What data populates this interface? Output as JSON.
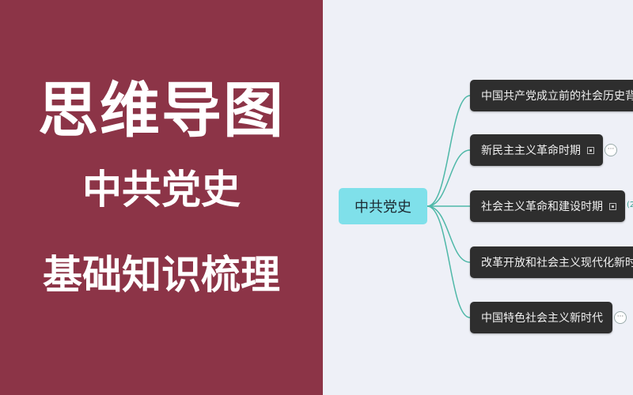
{
  "cover": {
    "title": "思维导图",
    "subtitle": "中共党史",
    "caption": "基础知识梳理",
    "background_color": "#8c3447"
  },
  "mindmap": {
    "root": "中共党史",
    "branches": [
      {
        "label": "中国共产党成立前的社会历史背",
        "has_note": false
      },
      {
        "label": "新民主主义革命时期",
        "has_note": true,
        "collapsed": true
      },
      {
        "label": "社会主义革命和建设时期",
        "has_note": true,
        "collapsed_count": "(2"
      },
      {
        "label": "改革开放和社会主义现代化新时",
        "has_note": false
      },
      {
        "label": "中国特色社会主义新时代",
        "has_note": false,
        "collapsed": true
      }
    ],
    "more_glyph": "···",
    "line_color": "#4fb8a8",
    "root_color": "#7fe0ea"
  }
}
